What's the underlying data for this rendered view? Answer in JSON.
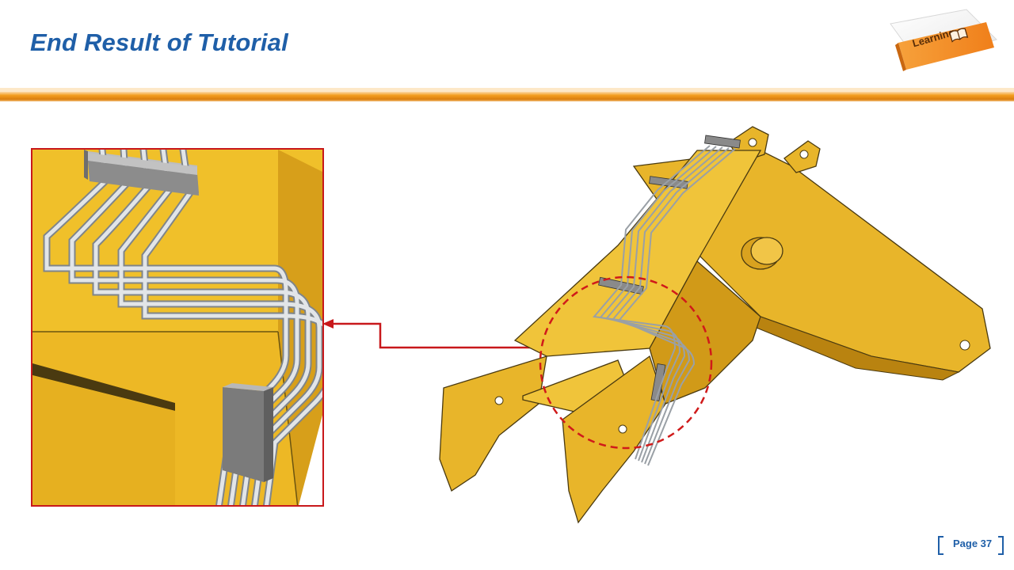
{
  "slide": {
    "title": "End Result of Tutorial",
    "page_label": "Page 37"
  },
  "logo": {
    "label": "Learning",
    "icon": "open-book-icon"
  },
  "colors": {
    "title_blue": "#1f5fa8",
    "divider_orange": "#f39c1e",
    "callout_red": "#c8181b",
    "model_yellow": "#e8b52a",
    "pipe_gray": "#c9cdd2"
  },
  "figures": {
    "detail_view": "pipe-routing-closeup",
    "main_model": "excavator-arm-with-pipes"
  }
}
